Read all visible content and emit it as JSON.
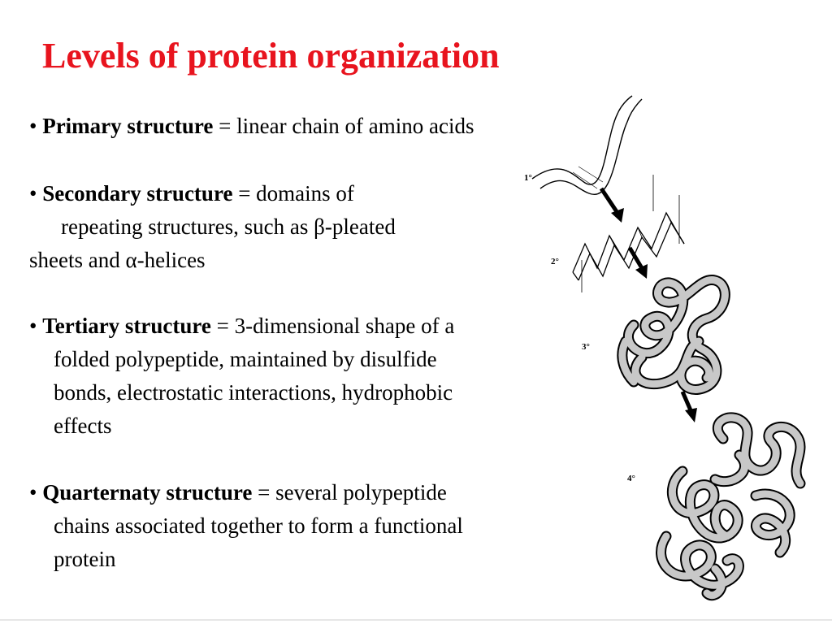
{
  "slide": {
    "title": "Levels of protein organization",
    "title_color": "#e8141e",
    "bullet": "•",
    "items": [
      {
        "term": "Primary structure",
        "eq": " = ",
        "lines": [
          "linear chain of amino acids"
        ]
      },
      {
        "term": "Secondary structure",
        "eq": " = ",
        "lines": [
          "domains of",
          "repeating structures, such as β-pleated",
          "sheets and α-helices"
        ]
      },
      {
        "term": "Tertiary structure",
        "eq": " = ",
        "lines": [
          "3-dimensional shape of a",
          "folded polypeptide, maintained by disulfide",
          "bonds, electrostatic interactions, hydrophobic",
          "effects"
        ]
      },
      {
        "term": "Quarternaty structure",
        "eq": " = ",
        "lines": [
          "several polypeptide",
          "chains associated together to form a functional",
          "protein"
        ]
      }
    ]
  },
  "figure": {
    "labels": [
      "1°",
      "2°",
      "3°",
      "4°"
    ],
    "arrow_icon": "down-arrow-icon"
  }
}
